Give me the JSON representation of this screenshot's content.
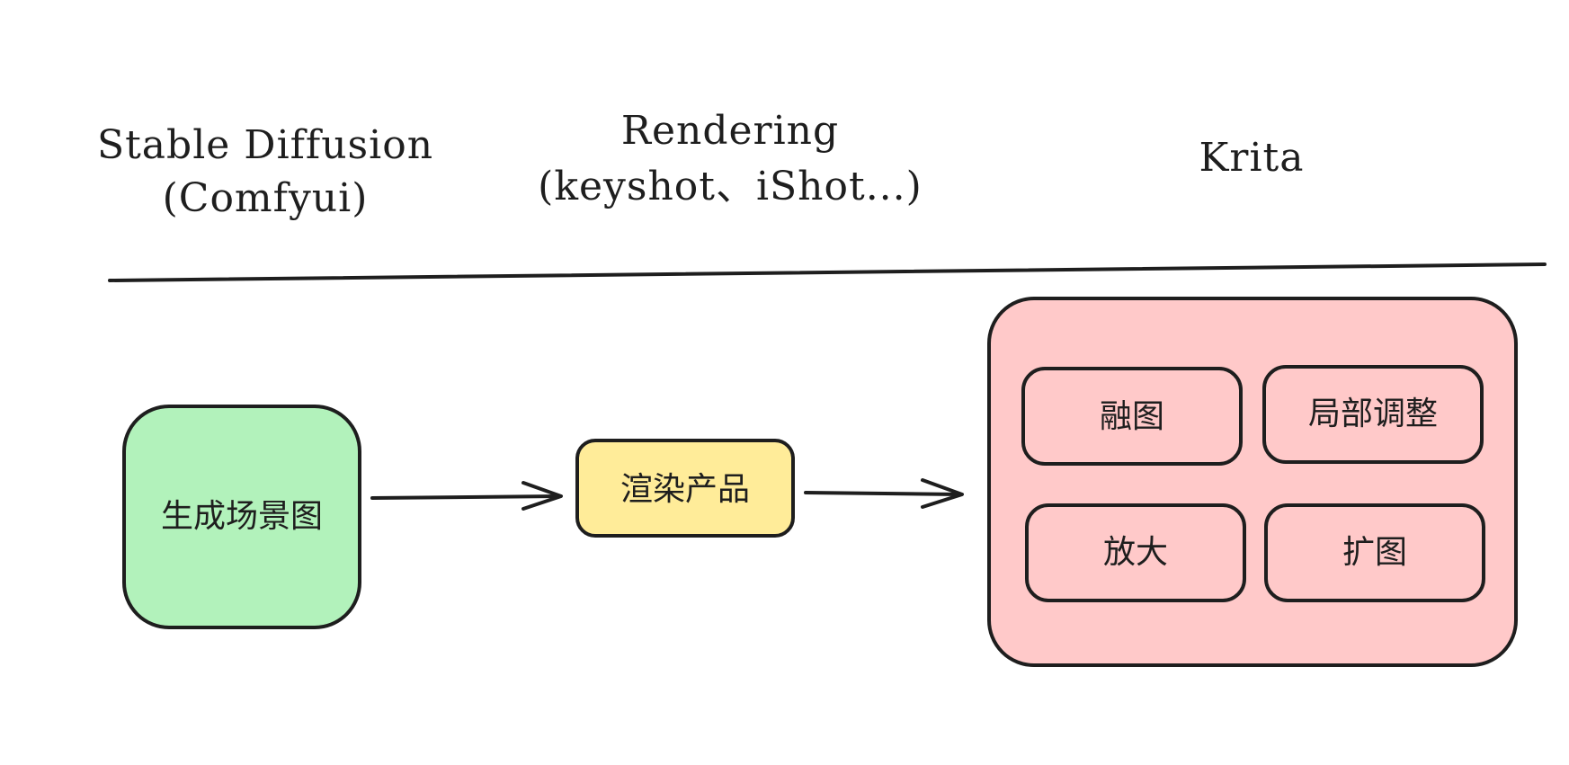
{
  "headers": {
    "sd_line1": "Stable Diffusion",
    "sd_line2": "(Comfyui)",
    "render_line1": "Rendering",
    "render_line2": "(keyshot、iShot...)",
    "krita": "Krita"
  },
  "nodes": {
    "generate_scene": "生成场景图",
    "render_product": "渲染产品",
    "blend": "融图",
    "local_adjust": "局部调整",
    "upscale": "放大",
    "outpaint": "扩图"
  },
  "colors": {
    "green": "#b2f2bb",
    "yellow": "#ffec99",
    "pink": "#ffc9c9",
    "stroke": "#1e1e1e"
  }
}
